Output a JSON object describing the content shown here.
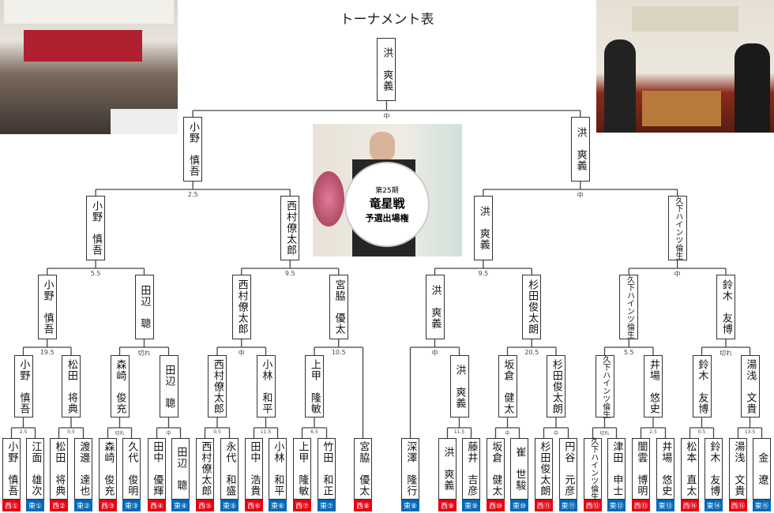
{
  "title": "トーナメント表",
  "colors": {
    "west": "#e60012",
    "east": "#0068b7"
  },
  "round1": [
    {
      "name": "小野　慎吾",
      "badge": "西①",
      "side": "west"
    },
    {
      "name": "江面　雄次",
      "badge": "東①",
      "side": "east"
    },
    {
      "name": "松田　将典",
      "badge": "西②",
      "side": "west"
    },
    {
      "name": "渡邊　達也",
      "badge": "東②",
      "side": "east"
    },
    {
      "name": "森崎　俊充",
      "badge": "西③",
      "side": "west"
    },
    {
      "name": "久代　俊明",
      "badge": "東③",
      "side": "east"
    },
    {
      "name": "田中　優輝",
      "badge": "西④",
      "side": "west"
    },
    {
      "name": "田辺　聰",
      "badge": "東④",
      "side": "east"
    },
    {
      "name": "西村僚太郎",
      "badge": "西⑤",
      "side": "west"
    },
    {
      "name": "永代　和盛",
      "badge": "東⑤",
      "side": "east"
    },
    {
      "name": "田中　浩貴",
      "badge": "西⑥",
      "side": "west"
    },
    {
      "name": "小林　和平",
      "badge": "東⑥",
      "side": "east"
    },
    {
      "name": "上甲　隆敏",
      "badge": "西⑦",
      "side": "west"
    },
    {
      "name": "竹田　和正",
      "badge": "東⑦",
      "side": "east"
    },
    {
      "name": "宮脇　優太",
      "badge": "西⑧",
      "side": "west"
    },
    {
      "name": "深澤　隆行",
      "badge": "東⑧",
      "side": "east"
    },
    {
      "name": "洪　爽義",
      "badge": "西⑨",
      "side": "west"
    },
    {
      "name": "藤井　吉彦",
      "badge": "東⑨",
      "side": "east"
    },
    {
      "name": "坂倉　健太",
      "badge": "西⑩",
      "side": "west"
    },
    {
      "name": "崔　世駿",
      "badge": "東⑩",
      "side": "east"
    },
    {
      "name": "杉田俊太朗",
      "badge": "西⑪",
      "side": "west"
    },
    {
      "name": "円谷　元彦",
      "badge": "東⑪",
      "side": "east"
    },
    {
      "name": "久下ハインツ倫生",
      "badge": "西⑫",
      "side": "west"
    },
    {
      "name": "津田　申士",
      "badge": "東⑫",
      "side": "east"
    },
    {
      "name": "闇雲　博明",
      "badge": "西⑬",
      "side": "west"
    },
    {
      "name": "井場　悠史",
      "badge": "東⑬",
      "side": "east"
    },
    {
      "name": "松本　直太",
      "badge": "西⑭",
      "side": "west"
    },
    {
      "name": "鈴木　友博",
      "badge": "東⑭",
      "side": "east"
    },
    {
      "name": "湯浅　文貴",
      "badge": "西⑮",
      "side": "west"
    },
    {
      "name": "金　遼",
      "badge": "東⑮",
      "side": "east"
    }
  ],
  "round1_scores": [
    "2.5",
    "0.5",
    "切れ",
    "中",
    "0.5",
    "11.5",
    "6.5",
    "11.5",
    "中",
    "中",
    "切れ",
    "2.5",
    "0.5",
    "13.5"
  ],
  "round2": [
    {
      "name": "小野　慎吾"
    },
    {
      "name": "松田　将典"
    },
    {
      "name": "森崎　俊充"
    },
    {
      "name": "田辺　聰"
    },
    {
      "name": "西村僚太郎"
    },
    {
      "name": "小林　和平"
    },
    {
      "name": "上甲　隆敏"
    },
    {
      "name": "洪　爽義"
    },
    {
      "name": "坂倉　健太"
    },
    {
      "name": "杉田俊太朗"
    },
    {
      "name": "久下ハインツ倫生"
    },
    {
      "name": "井場　悠史"
    },
    {
      "name": "鈴木　友博"
    },
    {
      "name": "湯浅　文貴"
    }
  ],
  "round2_scores": [
    "19.5",
    "切れ",
    "中",
    "10.5",
    "中",
    "20.5",
    "5.5",
    "切れ"
  ],
  "round3": [
    {
      "name": "小野　慎吾"
    },
    {
      "name": "田辺　聰"
    },
    {
      "name": "西村僚太郎"
    },
    {
      "name": "宮脇　優太"
    },
    {
      "name": "洪　爽義"
    },
    {
      "name": "杉田俊太朗"
    },
    {
      "name": "久下ハインツ倫生"
    },
    {
      "name": "鈴木　友博"
    }
  ],
  "round3_scores": [
    "5.5",
    "9.5",
    "9.5",
    "中"
  ],
  "round4": [
    {
      "name": "小野　慎吾"
    },
    {
      "name": "西村僚太郎"
    },
    {
      "name": "洪　爽義"
    },
    {
      "name": "久下ハインツ倫生"
    }
  ],
  "round4_scores": [
    "2.5",
    "中"
  ],
  "round5": [
    {
      "name": "小野　慎吾"
    },
    {
      "name": "洪　爽義"
    }
  ],
  "round5_scores": [
    "中"
  ],
  "final": {
    "name": "洪　爽義"
  },
  "photos": {
    "center_sign": [
      "第25期",
      "竜星戦",
      "予選出場権"
    ]
  }
}
